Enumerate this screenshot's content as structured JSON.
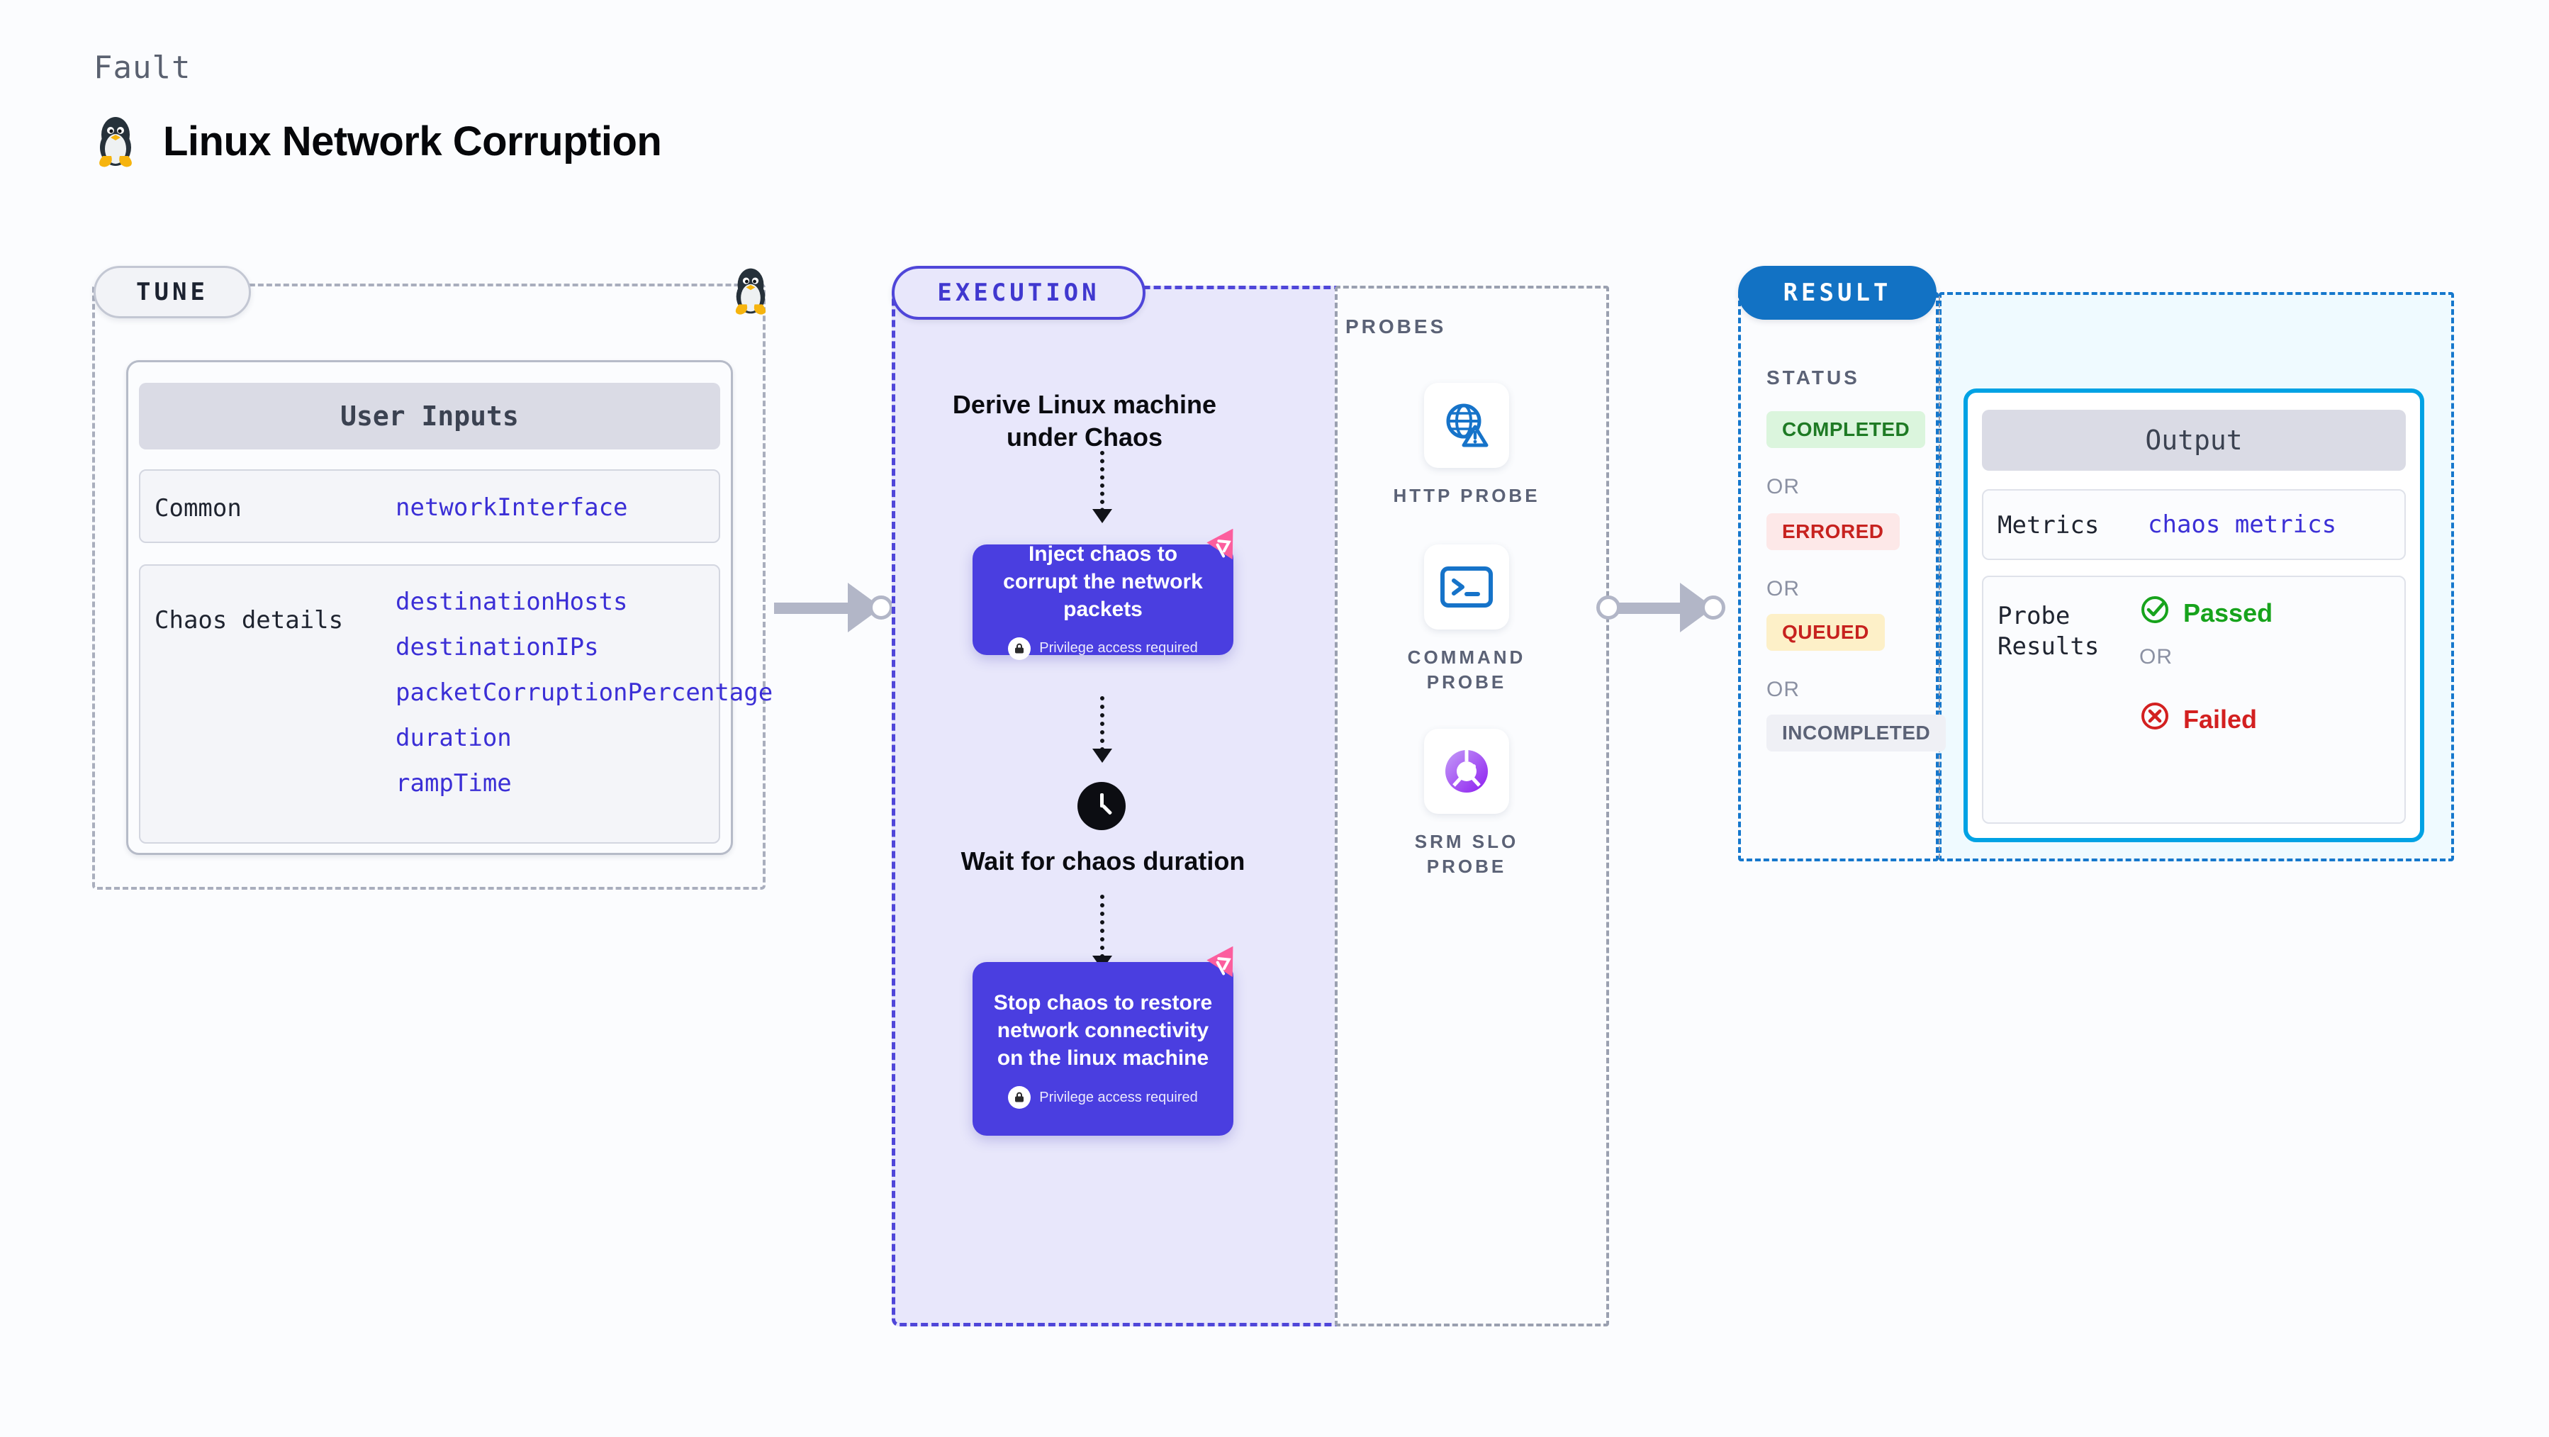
{
  "header": {
    "eyebrow": "Fault",
    "title": "Linux Network Corruption",
    "icon": "linux-penguin-icon"
  },
  "stages": {
    "tune": {
      "badge": "TUNE"
    },
    "execution": {
      "badge": "EXECUTION"
    },
    "result": {
      "badge": "RESULT"
    }
  },
  "tune": {
    "card_title": "User Inputs",
    "rows": [
      {
        "label": "Common",
        "params": [
          "networkInterface"
        ]
      },
      {
        "label": "Chaos details",
        "params": [
          "destinationHosts",
          "destinationIPs",
          "packetCorruptionPercentage",
          "duration",
          "rampTime"
        ]
      }
    ],
    "common_label": "Common",
    "common_param": "networkInterface",
    "chaos_label": "Chaos details",
    "chaos_params": {
      "p0": "destinationHosts",
      "p1": "destinationIPs",
      "p2": "packetCorruptionPercentage",
      "p3": "duration",
      "p4": "rampTime"
    }
  },
  "execution": {
    "derive_step": "Derive Linux machine under Chaos",
    "inject_card": {
      "title": "Inject chaos to corrupt the network packets",
      "privilege": "Privilege access required"
    },
    "wait_step": "Wait for chaos duration",
    "stop_card": {
      "title": "Stop chaos to restore network connectivity on the linux machine",
      "privilege": "Privilege access required"
    }
  },
  "probes": {
    "title": "PROBES",
    "items": [
      {
        "label": "HTTP PROBE",
        "icon": "globe-warning-icon"
      },
      {
        "label": "COMMAND PROBE",
        "icon": "terminal-icon"
      },
      {
        "label": "SRM SLO PROBE",
        "icon": "slo-donut-check-icon"
      }
    ]
  },
  "result": {
    "status_title": "STATUS",
    "or_label": "OR",
    "statuses": [
      {
        "label": "COMPLETED",
        "bg": "#dbf5dd",
        "fg": "#1e7a24"
      },
      {
        "label": "ERRORED",
        "bg": "#fde8e8",
        "fg": "#c7221f"
      },
      {
        "label": "QUEUED",
        "bg": "#fdf0c8",
        "fg": "#c7221f"
      },
      {
        "label": "INCOMPLETED",
        "bg": "#eff0f5",
        "fg": "#5b6276"
      }
    ],
    "output": {
      "title": "Output",
      "metrics_label": "Metrics",
      "metrics_value": "chaos metrics",
      "probe_label": "Probe Results",
      "passed": "Passed",
      "or_label": "OR",
      "failed": "Failed"
    }
  },
  "colors": {
    "execution_purple": "#4a3ee0",
    "result_blue": "#1272c4",
    "output_cyan": "#00a2e4",
    "param_blue": "#3b2fd6",
    "chaos_pink": "#fc5e9e"
  }
}
